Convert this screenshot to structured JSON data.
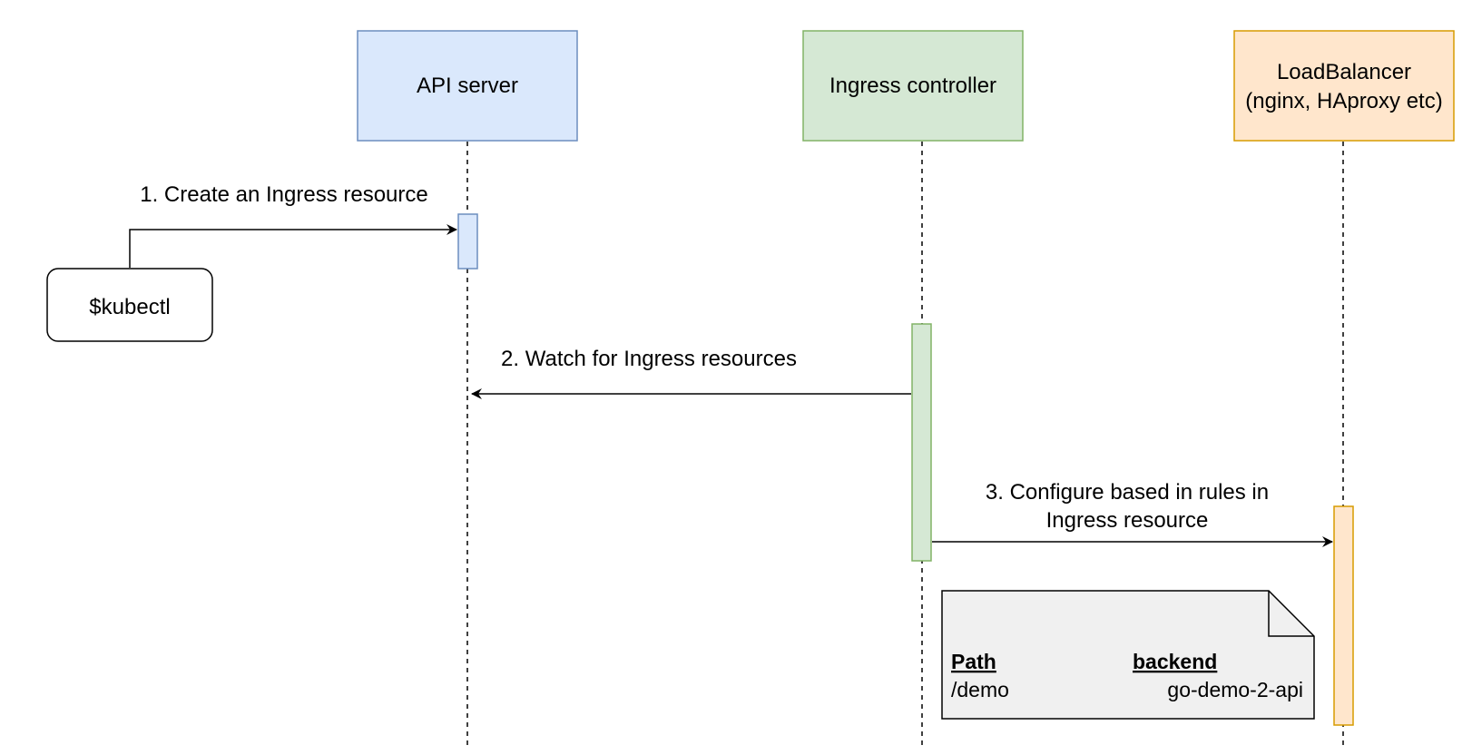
{
  "participants": {
    "api_server": {
      "label": "API server"
    },
    "ingress_controller": {
      "label": "Ingress controller"
    },
    "load_balancer": {
      "label_line1": "LoadBalancer",
      "label_line2": "(nginx, HAproxy etc)"
    }
  },
  "actor": {
    "label": "$kubectl"
  },
  "messages": {
    "step1": {
      "label": "1. Create an Ingress resource"
    },
    "step2": {
      "label": "2. Watch for Ingress resources"
    },
    "step3": {
      "label_line1": "3. Configure based in rules in",
      "label_line2": "Ingress resource"
    }
  },
  "note": {
    "header_path": "Path",
    "header_backend": "backend",
    "row_path": "/demo",
    "row_backend": "go-demo-2-api"
  },
  "colors": {
    "api_fill": "#dae8fc",
    "api_stroke": "#6c8ebf",
    "ingress_fill": "#d5e8d4",
    "ingress_stroke": "#82b366",
    "lb_fill": "#ffe6cc",
    "lb_stroke": "#d79b00",
    "note_fill": "#f0f0f0",
    "line": "#000000"
  }
}
